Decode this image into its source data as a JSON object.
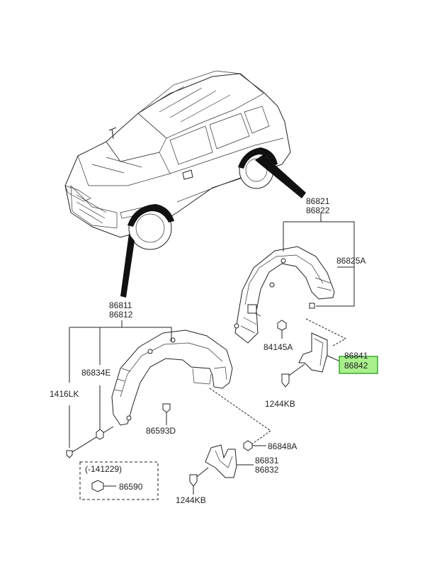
{
  "labels": {
    "front_liner_pair": [
      "86811",
      "86812"
    ],
    "rear_liner_pair": [
      "86821",
      "86822"
    ],
    "rear_clip": "86825A",
    "rear_nut": "84145A",
    "rear_flap_pair": [
      "86841",
      "86842"
    ],
    "rear_flap_screw": "1244KB",
    "front_screw_left": "1416LK",
    "front_nut": "86834E",
    "front_clip": "86593D",
    "front_flap_clip": "86848A",
    "front_flap_pair": [
      "86831",
      "86832"
    ],
    "front_flap_screw": "1244KB",
    "inset_date": "(-141229)",
    "inset_part": "86590"
  },
  "colors": {
    "highlight_fill": "#a8f08c",
    "highlight_border": "#3aa832",
    "line": "#222222"
  }
}
